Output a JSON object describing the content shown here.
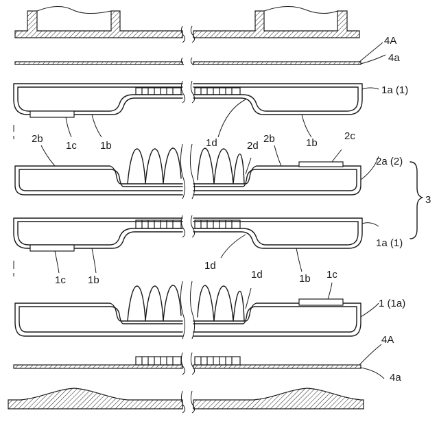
{
  "labels": {
    "l_4A_top": "4A",
    "l_4a_top": "4a",
    "l_1a1_top": "1a (1)",
    "l_2b_left": "2b",
    "l_1c_top": "1c",
    "l_1b_top_left": "1b",
    "l_1d_top": "1d",
    "l_2d": "2d",
    "l_2b_right": "2b",
    "l_1b_top_right": "1b",
    "l_2c": "2c",
    "l_2a2": "2a (2)",
    "l_3": "3",
    "l_1a1_mid": "1a (1)",
    "l_1c_mid": "1c",
    "l_1b_mid_left": "1b",
    "l_1d_mid": "1d",
    "l_1b_mid_right": "1b",
    "l_1d_low": "1d",
    "l_1c_low": "1c",
    "l_1_1a": "1 (1a)",
    "l_4A_bot": "4A",
    "l_4a_bot": "4a"
  },
  "layers": [
    "top-end-plate",
    "top-insulation-sheet",
    "separator-1a-upper",
    "separator-2a",
    "separator-1a-lower",
    "separator-1-1a",
    "bottom-insulation-sheet",
    "bottom-end-plate"
  ]
}
